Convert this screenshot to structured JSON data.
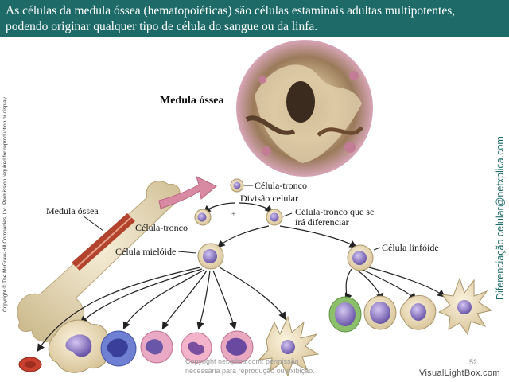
{
  "header": {
    "line1": "As células da medula óssea (hematopoiéticas) são células estaminais adultas multipotentes,",
    "line2": "podendo originar qualquer tipo de célula do sangue ou da linfa."
  },
  "labels": {
    "micrograph_title": "Medula óssea",
    "bone_label": "Medula óssea",
    "stem_cell_top": "Célula-tronco",
    "cell_division": "Divisão celular",
    "stem_cell_left": "Célula-tronco",
    "plus_sign": "+",
    "stem_cell_right_1": "Célula-tronco que se",
    "stem_cell_right_2": "irá diferenciar",
    "myeloid": "Célula mielóide",
    "lymphoid": "Célula linfóide"
  },
  "copyright": "Copyright © The McGraw-Hill Companies, Inc. Permission required for reproduction or display.",
  "side_credit": "Diferenciação celular@netxplica.com",
  "watermark": {
    "line1": "Copyright netxplica.com: permissão",
    "line2": "necessária para reprodução ou exibição."
  },
  "page_number": "52",
  "footer_brand": "VisualLightBox.com",
  "colors": {
    "banner": "#1d6a68",
    "arrow": "#d88aa3",
    "bone": "#e8dcb8",
    "marrow": "#b2432c"
  }
}
